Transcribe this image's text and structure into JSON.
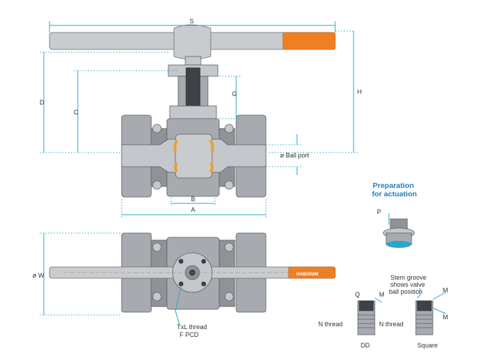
{
  "labels": {
    "S": "S",
    "H": "H",
    "D": "D",
    "C": "C",
    "G": "G",
    "ball_port": "ø Ball port",
    "B": "B",
    "A": "A",
    "W": "ø W",
    "txl_thread": "TxL thread",
    "f_pcd": "F PCD",
    "prep_line1": "Preparation",
    "prep_line2": "for actuation",
    "P": "P",
    "stem_groove_1": "Stem groove",
    "stem_groove_2": "shows valve",
    "stem_groove_3": "ball position",
    "Q": "Q",
    "M_dd": "M",
    "M_sq1": "M",
    "M_sq2": "M",
    "n_thread_dd": "N thread",
    "n_thread_sq": "N thread",
    "DD": "DD",
    "Square": "Square",
    "brand": "HABONIM"
  },
  "colors": {
    "dimension": "#2aa6c8",
    "body": "#a7abb0",
    "handle_grip": "#f07f21",
    "title": "#1f7fbf"
  }
}
